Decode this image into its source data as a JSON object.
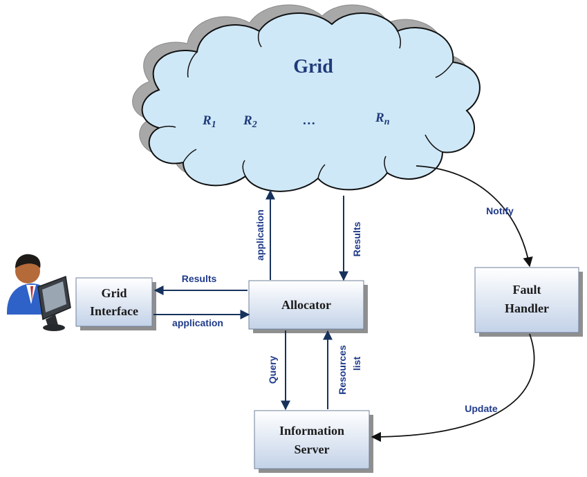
{
  "cloud": {
    "title": "Grid",
    "resources": [
      {
        "label": "R",
        "sub": "1"
      },
      {
        "label": "R",
        "sub": "2"
      },
      {
        "label": "…",
        "sub": ""
      },
      {
        "label": "R",
        "sub": "n"
      }
    ]
  },
  "boxes": {
    "grid_interface": {
      "line1": "Grid",
      "line2": "Interface"
    },
    "allocator": {
      "line1": "Allocator"
    },
    "fault_handler": {
      "line1": "Fault",
      "line2": "Handler"
    },
    "information_server": {
      "line1": "Information",
      "line2": "Server"
    }
  },
  "edges": {
    "alloc_to_interface": "Results",
    "interface_to_alloc": "application",
    "alloc_to_grid": "application",
    "grid_to_alloc": "Results",
    "query": "Query",
    "resources_line1": "Resources",
    "resources_line2": "list",
    "notify": "Notify",
    "update": "Update"
  },
  "colors": {
    "cloud_fill": "#cfe8f7",
    "cloud_shadow": "#a6a6a6",
    "box_fill_top": "#ffffff",
    "box_fill_bottom": "#c8d6ea",
    "arrow": "#16325c",
    "label": "#1f3a8a"
  },
  "icons": [
    "user-at-computer-icon"
  ]
}
